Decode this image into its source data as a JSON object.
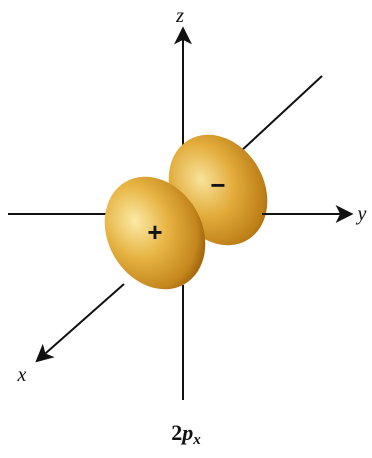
{
  "axes": {
    "z_label": "z",
    "y_label": "y",
    "x_label": "x"
  },
  "lobes": {
    "front_sign": "+",
    "back_sign": "−"
  },
  "caption": {
    "number": "2",
    "letter": "p",
    "subscript": "x"
  },
  "colors": {
    "axis": "#111111",
    "lobe_light": "#f6d77a",
    "lobe_mid": "#e3a935",
    "lobe_dark": "#a8690c"
  }
}
